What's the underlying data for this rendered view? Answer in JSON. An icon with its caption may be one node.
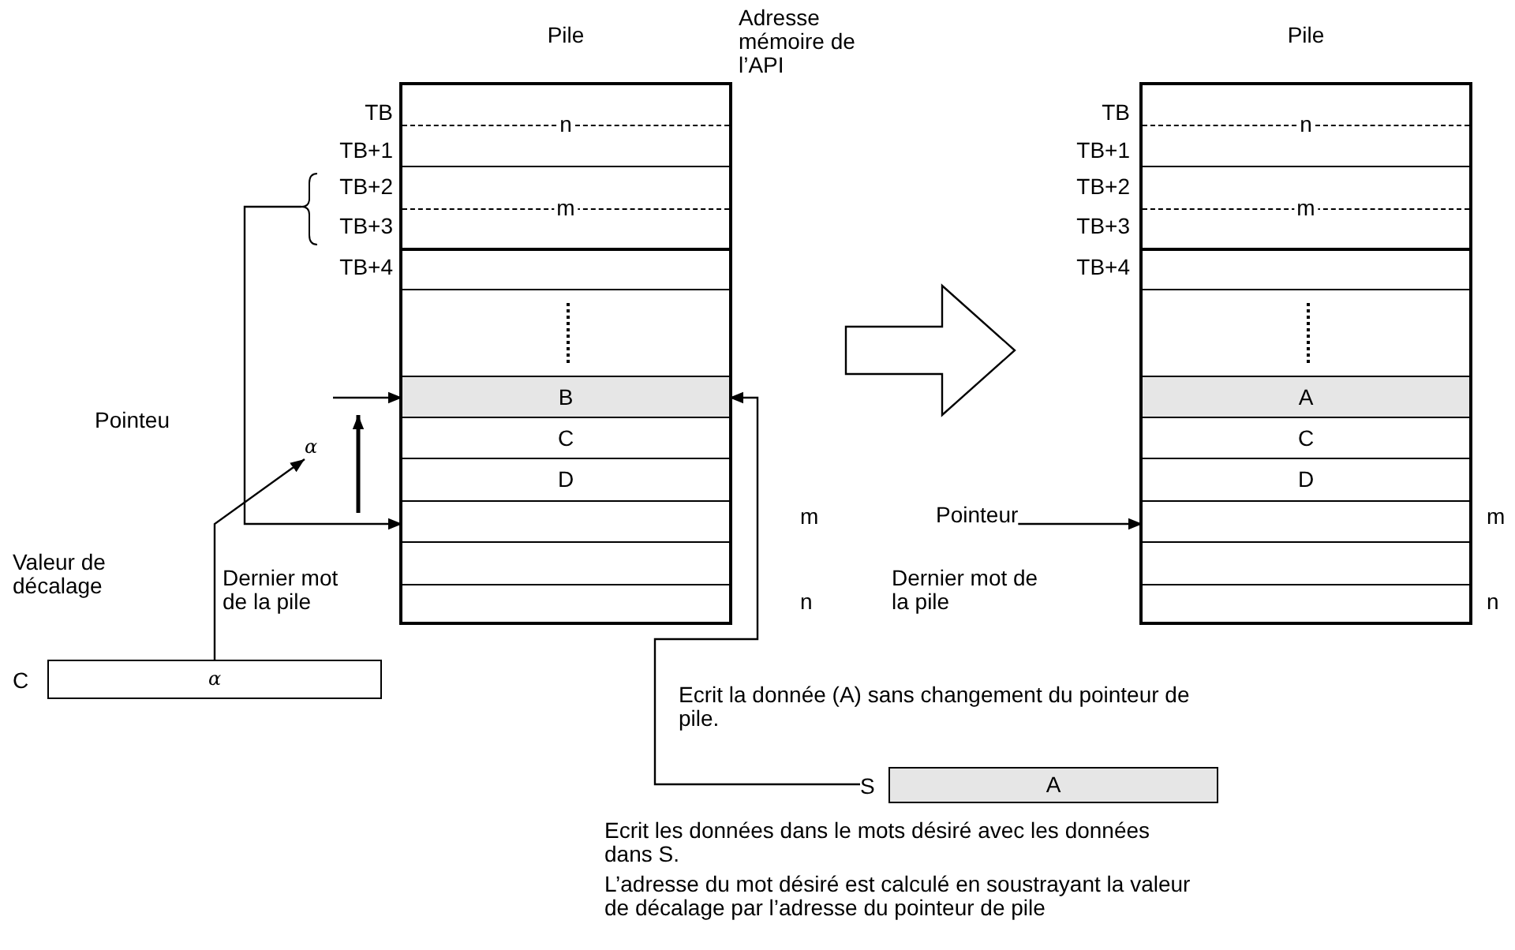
{
  "diagram": {
    "nodes": [
      {
        "text": [
          "Pile"
        ]
      },
      {
        "text": [
          "n"
        ],
        "in": 0
      },
      {
        "text": [
          "m"
        ],
        "in": 0
      },
      {
        "text": [],
        "shape": "box",
        "in": 0
      },
      {
        "text": [],
        "shape": "box",
        "in": 0
      },
      {
        "text": [
          "B"
        ],
        "in": 0
      },
      {
        "text": [
          "C"
        ],
        "in": 0
      },
      {
        "text": [
          "D"
        ],
        "in": 0
      },
      {
        "text": [],
        "shape": "box",
        "in": 0
      },
      {
        "text": [],
        "shape": "box",
        "in": 0
      },
      {
        "text": [],
        "shape": "box",
        "in": 0
      },
      {
        "text": [
          "Pile"
        ]
      },
      {
        "text": [
          "n"
        ],
        "in": 11
      },
      {
        "text": [
          "m"
        ],
        "in": 11
      },
      {
        "text": [],
        "shape": "box",
        "in": 11
      },
      {
        "text": [],
        "shape": "box",
        "in": 11
      },
      {
        "text": [
          "A"
        ],
        "in": 11
      },
      {
        "text": [
          "C"
        ],
        "in": 11
      },
      {
        "text": [
          "D"
        ],
        "in": 11
      },
      {
        "text": [],
        "shape": "box",
        "in": 11
      },
      {
        "text": [],
        "shape": "box",
        "in": 11
      },
      {
        "text": [],
        "shape": "box",
        "in": 11
      },
      {
        "text": [
          "α"
        ],
        "beside": [
          "C"
        ]
      },
      {
        "text": [
          "A"
        ],
        "beside": [
          "S"
        ]
      },
      {
        "text": [
          "Pointeur"
        ]
      },
      {
        "text": [
          "α"
        ]
      }
    ],
    "edges": [
      {
        "from": null,
        "to": 8,
        "arrow": "to"
      },
      {
        "from": null,
        "to": 5,
        "arrow": "to"
      },
      {
        "from": 22,
        "to": 25,
        "arrow": "to"
      },
      {
        "from": 23,
        "to": 5,
        "arrow": "to"
      },
      {
        "from": 0,
        "to": 11,
        "arrow": "to"
      },
      {
        "from": 24,
        "to": 19,
        "arrow": "to"
      }
    ],
    "labels": [
      "Adresse mémoire de l’API",
      "TB",
      "TB+1",
      "TB+2",
      "TB+3",
      "TB+4",
      "TB",
      "TB+1",
      "TB+2",
      "TB+3",
      "TB+4",
      "Pointeu",
      "m",
      "Valeur de décalage",
      "Dernier mot de la pile",
      "n",
      "Dernier mot de la pile",
      "m",
      "n",
      "Ecrit la donnée (A) sans changement du pointeur de pile.",
      "Ecrit les données dans le mots désiré avec les données dans S.",
      "L’adresse du mot désiré est calculé en soustrayant la valeur de décalage par l’adresse du pointeur de pile"
    ]
  }
}
